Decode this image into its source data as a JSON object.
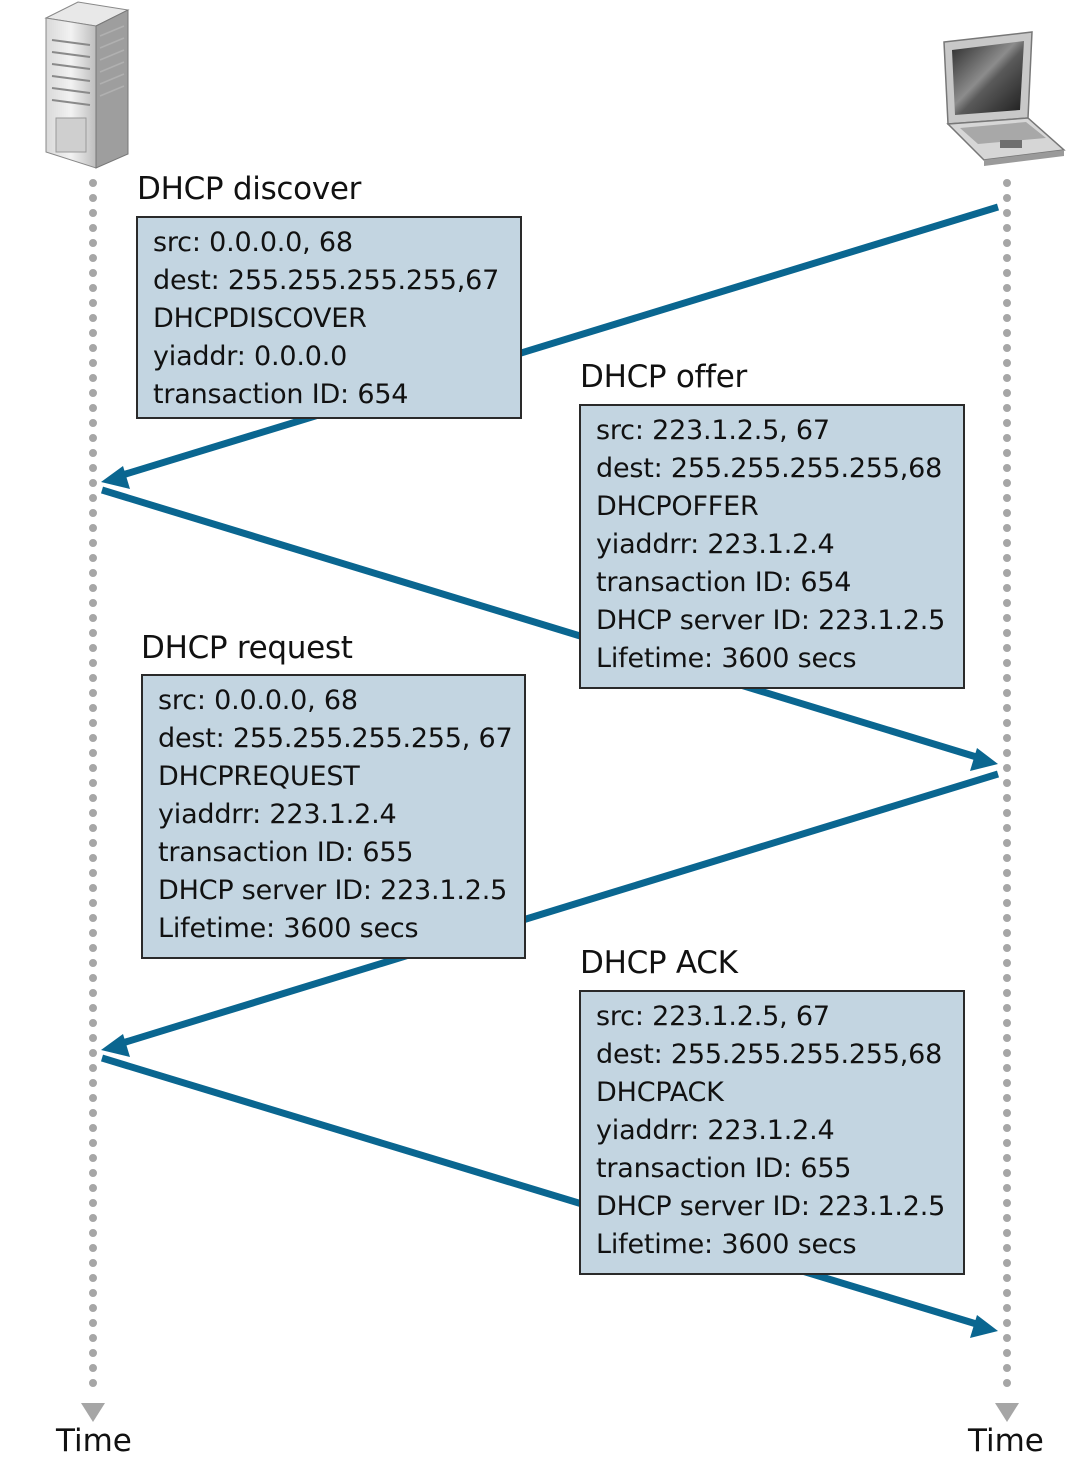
{
  "colors": {
    "arrow": "#0a6690",
    "box_fill": "#c3d5e1",
    "timeline": "#a6a6a6"
  },
  "icons": {
    "left": "server-icon",
    "right": "laptop-icon"
  },
  "messages": [
    {
      "title": "DHCP discover",
      "lines": [
        "src: 0.0.0.0, 68",
        "dest: 255.255.255.255,67",
        "DHCPDISCOVER",
        "yiaddr: 0.0.0.0",
        "transaction ID: 654"
      ]
    },
    {
      "title": "DHCP offer",
      "lines": [
        "src: 223.1.2.5, 67",
        "dest: 255.255.255.255,68",
        "DHCPOFFER",
        "yiaddrr: 223.1.2.4",
        "transaction ID: 654",
        "DHCP server ID: 223.1.2.5",
        "Lifetime: 3600 secs"
      ]
    },
    {
      "title": "DHCP request",
      "lines": [
        "src: 0.0.0.0, 68",
        "dest: 255.255.255.255, 67",
        "DHCPREQUEST",
        "yiaddrr: 223.1.2.4",
        "transaction ID: 655",
        "DHCP server ID: 223.1.2.5",
        "Lifetime: 3600 secs"
      ]
    },
    {
      "title": "DHCP ACK",
      "lines": [
        "src: 223.1.2.5, 67",
        "dest: 255.255.255.255,68",
        "DHCPACK",
        "yiaddrr: 223.1.2.4",
        "transaction ID: 655",
        "DHCP server ID: 223.1.2.5",
        "Lifetime: 3600 secs"
      ]
    }
  ],
  "time_labels": {
    "left": "Time",
    "right": "Time"
  }
}
